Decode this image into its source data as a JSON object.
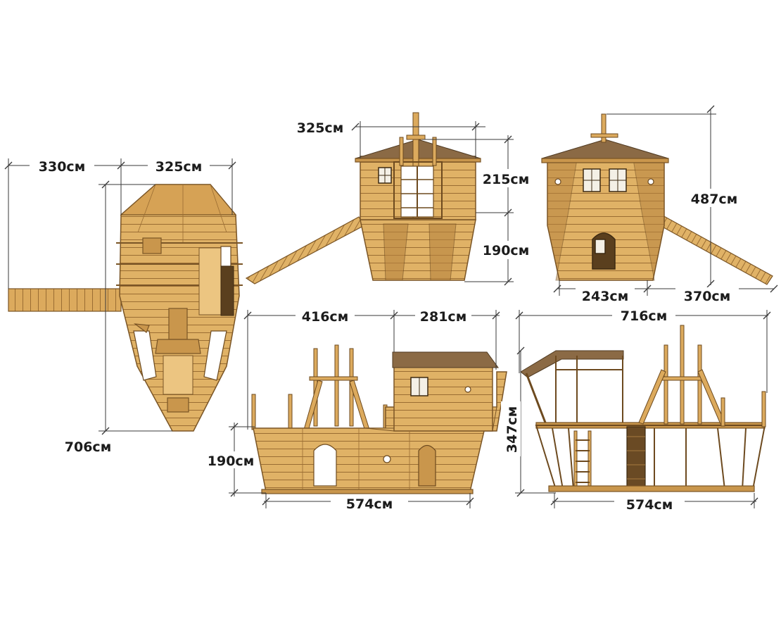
{
  "views": {
    "top": {
      "dim_width_left": "330см",
      "dim_width_right": "325см",
      "dim_length": "706см"
    },
    "front": {
      "dim_width": "325см",
      "dim_upper": "215см",
      "dim_lower": "190см"
    },
    "rear": {
      "dim_height": "487см",
      "dim_base": "243см",
      "dim_ramp": "370см"
    },
    "side": {
      "dim_left": "416см",
      "dim_right": "281см",
      "dim_height": "190см",
      "dim_length": "574см"
    },
    "section": {
      "dim_total": "716см",
      "dim_height": "347см",
      "dim_length": "574см"
    }
  },
  "colors": {
    "wood": "#e0b266",
    "wood_dark": "#c9964c",
    "outline": "#7a5526",
    "roof": "#8b6a45",
    "dimension": "#1c1c1c"
  }
}
